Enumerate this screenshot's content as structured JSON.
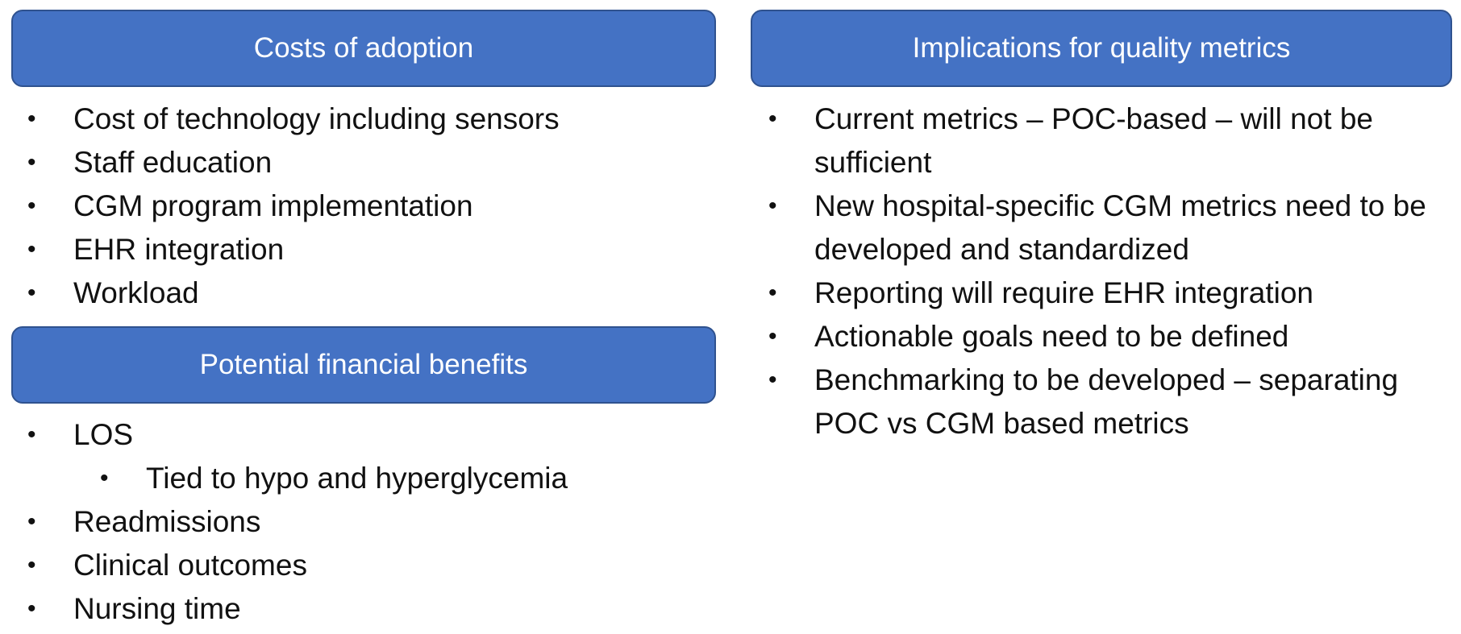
{
  "costs": {
    "title": "Costs of adoption",
    "items": [
      "Cost of technology including sensors",
      "Staff education",
      "CGM program implementation",
      "EHR integration",
      "Workload"
    ]
  },
  "benefits": {
    "title": "Potential financial benefits",
    "items": [
      "LOS",
      "Tied to hypo and hyperglycemia",
      "Readmissions",
      "Clinical outcomes",
      "Nursing time"
    ]
  },
  "quality": {
    "title": "Implications for quality metrics",
    "items": [
      "Current metrics – POC-based – will not be sufficient",
      "New hospital-specific CGM metrics need to be developed and standardized",
      "Reporting will require EHR integration",
      "Actionable goals need to be defined",
      "Benchmarking to be developed – separating POC vs CGM based metrics"
    ]
  }
}
